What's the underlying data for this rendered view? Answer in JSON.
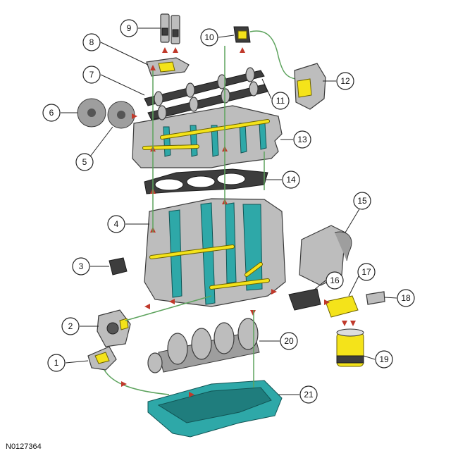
{
  "figure_code": "N0127364",
  "callouts": [
    "1",
    "2",
    "3",
    "4",
    "5",
    "6",
    "7",
    "8",
    "9",
    "10",
    "11",
    "12",
    "13",
    "14",
    "15",
    "16",
    "17",
    "18",
    "19",
    "20",
    "21"
  ],
  "colors": {
    "oil_gallery": "#f4e31a",
    "oil_return": "#2ea8a8",
    "casting": "#bdbdbd",
    "flow_arrow": "#c0392b"
  }
}
